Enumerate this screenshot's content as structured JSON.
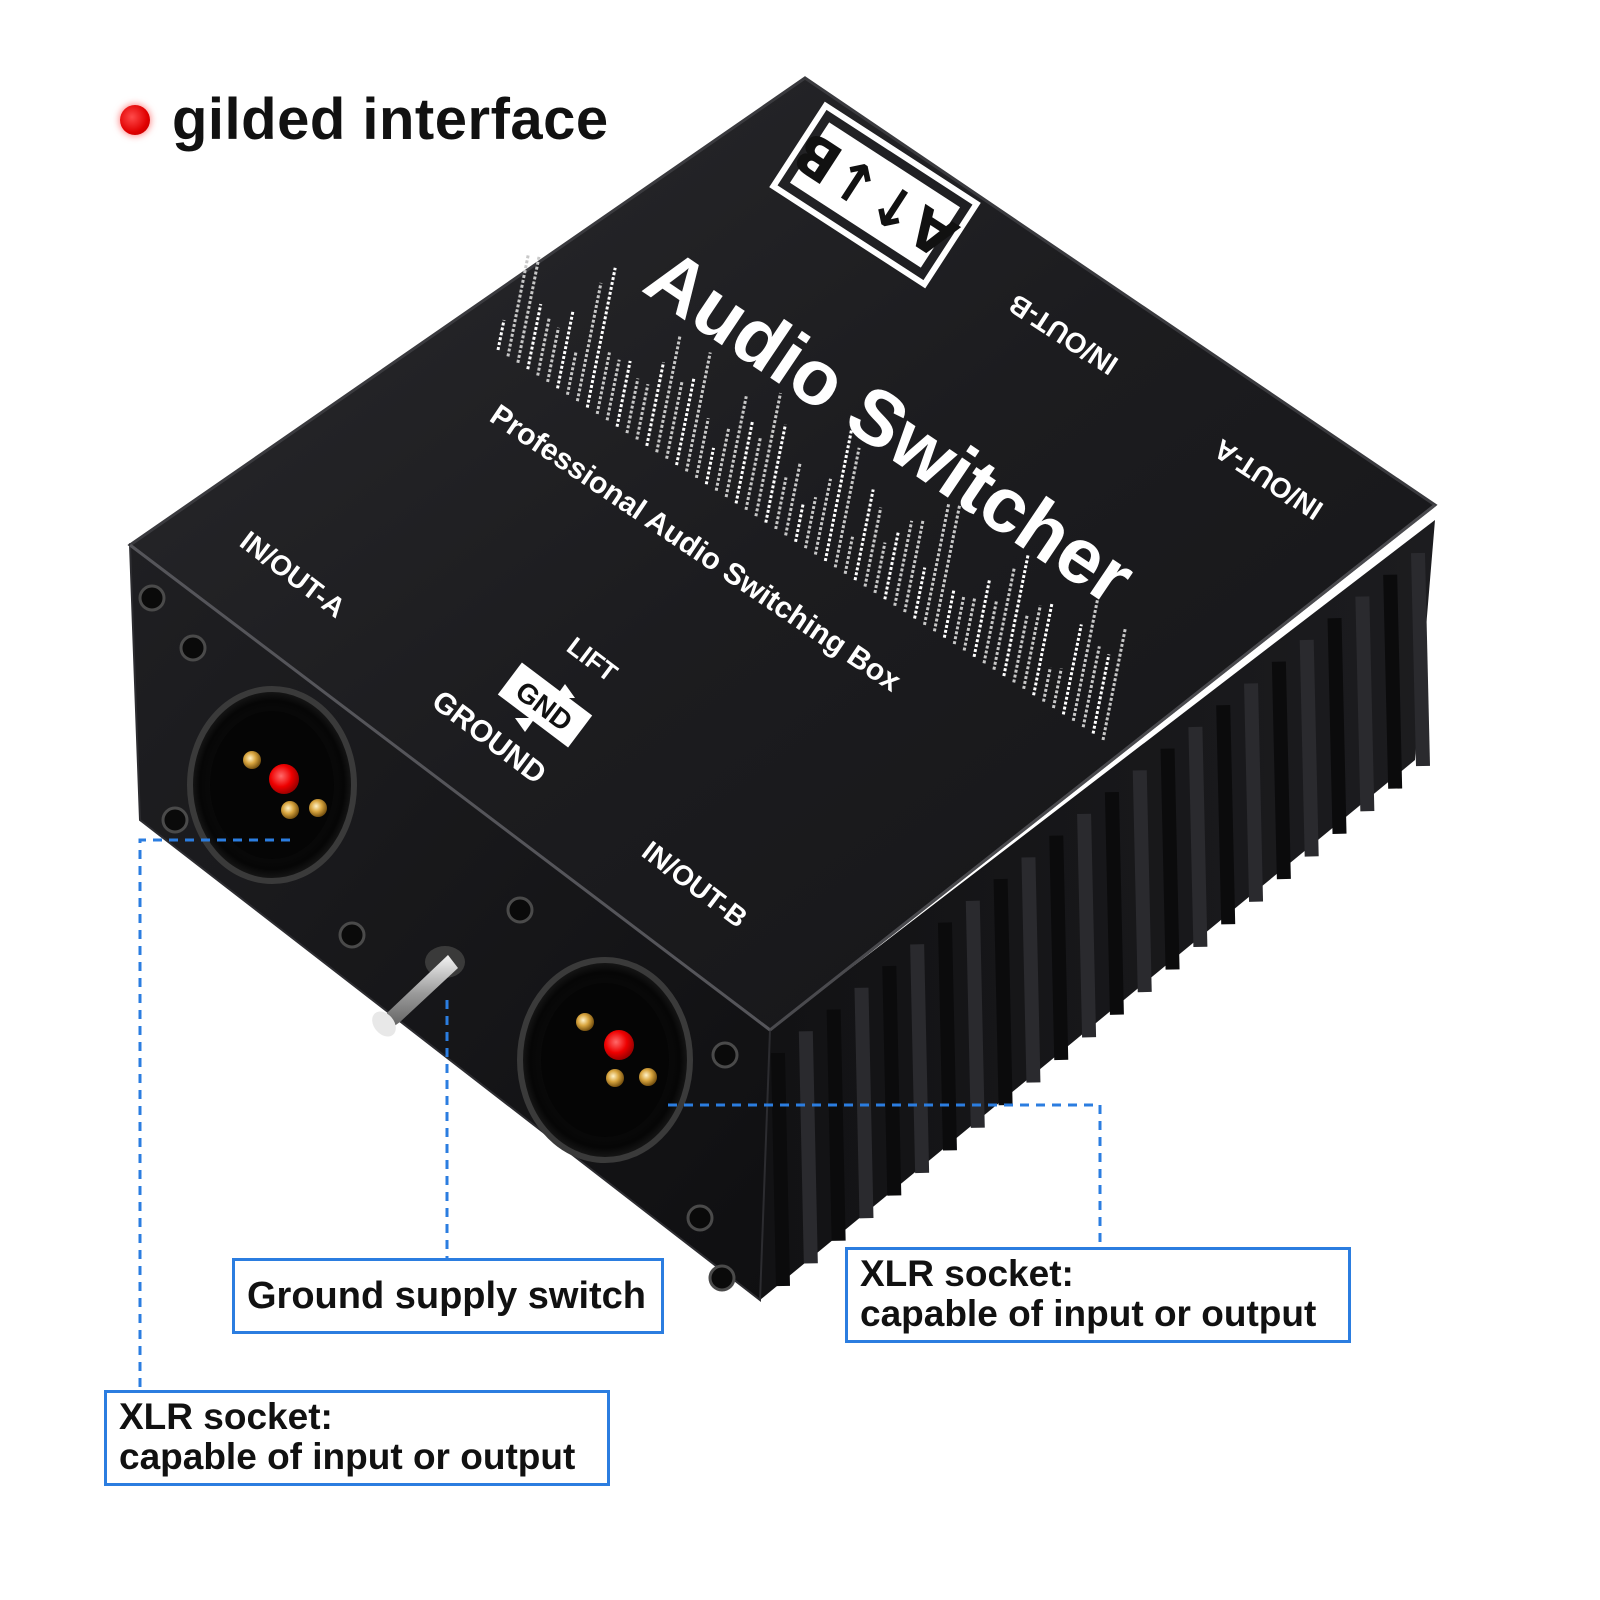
{
  "headline": "gilded interface",
  "device": {
    "title": "Audio Switcher",
    "subtitle": "Professional Audio Switching Box",
    "ab_badge": "A↑↓B",
    "top_port_b": "IN/OUT-B",
    "top_port_a": "IN/OUT-A",
    "front_port_a": "IN/OUT-A",
    "front_port_b": "IN/OUT-B",
    "switch_lift": "LIFT",
    "switch_gnd": "GND",
    "switch_ground": "GROUND"
  },
  "callouts": {
    "ground_switch": "Ground supply switch",
    "xlr_right_line1": "XLR socket:",
    "xlr_right_line2": "capable of input or output",
    "xlr_left_line1": "XLR socket:",
    "xlr_left_line2": "capable of input or output"
  },
  "colors": {
    "callout_border": "#2b7de0",
    "indicator_dot": "#e00000",
    "device_body": "#1b1b1d"
  }
}
